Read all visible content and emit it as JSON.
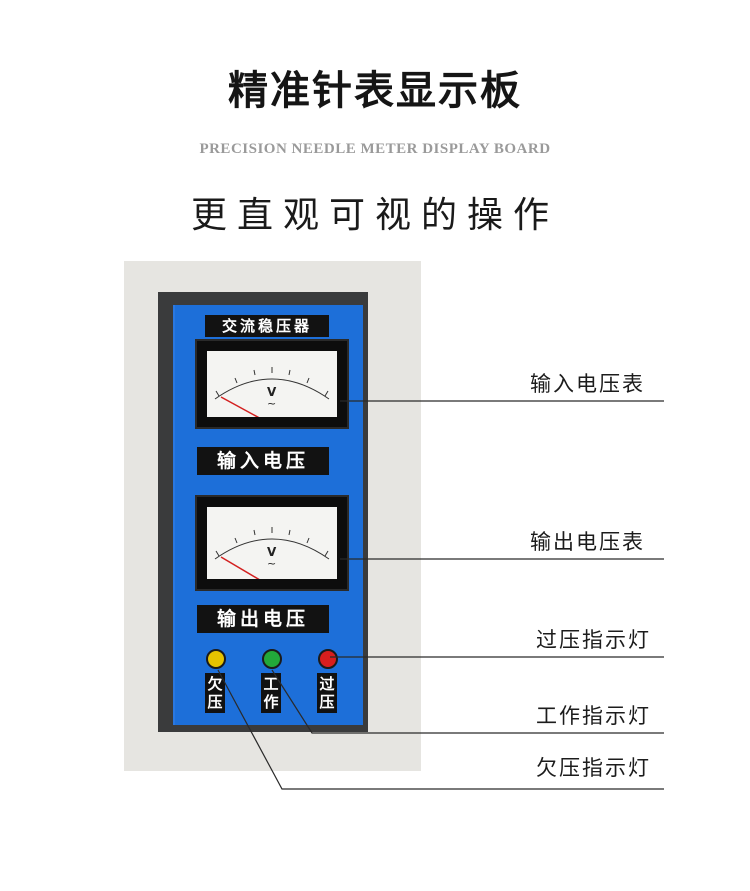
{
  "header": {
    "title": "精准针表显示板",
    "subtitle_en": "PRECISION NEEDLE METER DISPLAY BOARD",
    "tagline": "更直观可视的操作"
  },
  "panel": {
    "name_plate": "交流稳压器",
    "input_meter": {
      "unit": "V",
      "symbol": "~"
    },
    "input_plate": "输入电压",
    "output_meter": {
      "unit": "V",
      "symbol": "~"
    },
    "output_plate": "输出电压",
    "lamps": [
      {
        "label": "欠压",
        "color": "#e6c300"
      },
      {
        "label": "工作",
        "color": "#22a83a"
      },
      {
        "label": "过压",
        "color": "#d81e1e"
      }
    ]
  },
  "callouts": {
    "input_meter": "输入电压表",
    "output_meter": "输出电压表",
    "overvoltage": "过压指示灯",
    "working": "工作指示灯",
    "undervoltage": "欠压指示灯"
  },
  "colors": {
    "panel_blue": "#1d6fd9",
    "cabinet": "#e6e5e1",
    "needle": "#d32020"
  }
}
